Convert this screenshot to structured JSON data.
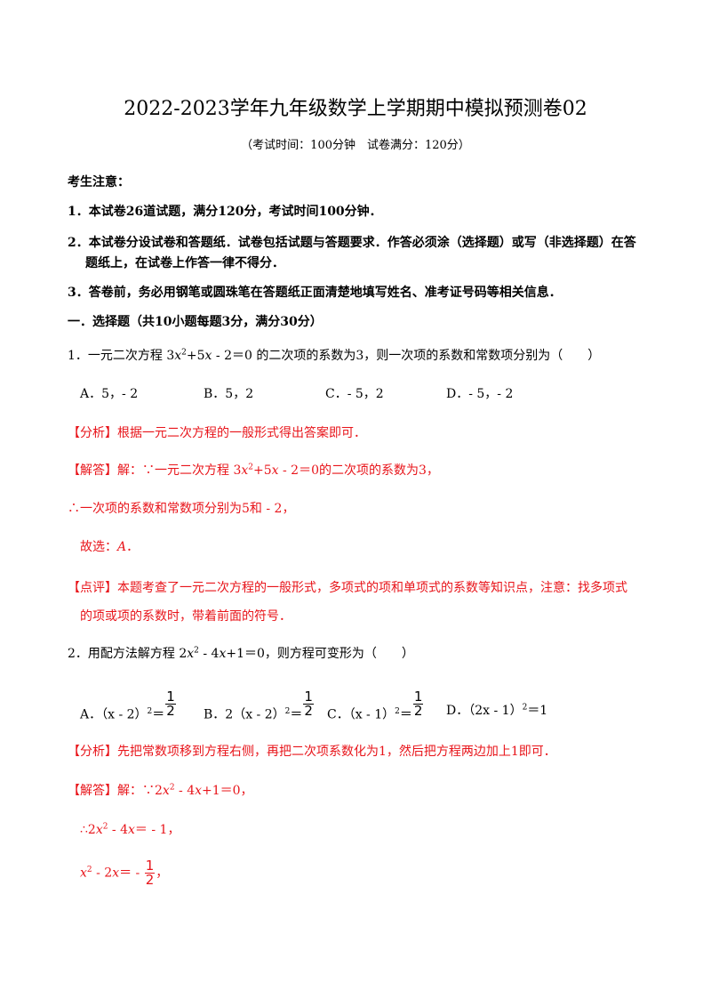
{
  "header": {
    "title": "2022-2023学年九年级数学上学期期中模拟预测卷02",
    "subtitle": "（考试时间：100分钟　试卷满分：120分）"
  },
  "notice": {
    "heading": "考生注意：",
    "items": [
      "1．本试卷26道试题，满分120分，考试时间100分钟．",
      "2．本试卷分设试卷和答题纸．试卷包括试题与答题要求．作答必须涂（选择题）或写（非选择题）在答",
      "题纸上，在试卷上作答一律不得分．",
      "3．答卷前，务必用钢笔或圆珠笔在答题纸正面清楚地填写姓名、准考证号码等相关信息．"
    ]
  },
  "section1": {
    "heading": "一．选择题（共10小题每题3分，满分30分）"
  },
  "q1": {
    "prefix": "1．一元二次方程 3",
    "x": "x",
    "exp": "2",
    "mid": "+5",
    "x2": "x",
    "suffix": " - 2＝0 的二次项的系数为3，则一次项的系数和常数项分别为（　　）",
    "options": [
      "A．5，- 2",
      "B．5，2",
      "C．- 5，2",
      "D．- 5，- 2"
    ],
    "analysis": "【分析】根据一元二次方程的一般形式得出答案即可．",
    "solution_prefix": "【解答】解：∵一元二次方程 3",
    "solution_x": "x",
    "solution_exp": "2",
    "solution_mid": "+5",
    "solution_x2": "x",
    "solution_suffix": " - 2＝0的二次项的系数为3，",
    "therefore": "∴一次项的系数和常数项分别为5和 - 2，",
    "choice_prefix": "故选：",
    "choice_letter": "A",
    "choice_suffix": "．",
    "comment_line1": "【点评】本题考查了一元二次方程的一般形式，多项式的项和单项式的系数等知识点，注意：找多项式",
    "comment_line2": "的项或项的系数时，带着前面的符号．"
  },
  "q2": {
    "prefix": "2．用配方法解方程 2",
    "x": "x",
    "exp": "2",
    "mid": " - 4",
    "x2": "x",
    "suffix": "+1＝0，则方程可变形为（　　）",
    "options": [
      {
        "label": "A．（x - 2）",
        "sup": "2",
        "eq": "＝",
        "num": "1",
        "den": "2"
      },
      {
        "label": "B．2（x - 2）",
        "sup": "2",
        "eq": "＝",
        "num": "1",
        "den": "2"
      },
      {
        "label": "C．（x - 1）",
        "sup": "2",
        "eq": "＝",
        "num": "1",
        "den": "2"
      },
      {
        "label": "D．（2x - 1）",
        "sup": "2",
        "eq": "＝1"
      }
    ],
    "analysis": "【分析】先把常数项移到方程右侧，再把二次项系数化为1，然后把方程两边加上1即可．",
    "solution_prefix": "【解答】解：∵2",
    "solution_x": "x",
    "solution_exp": "2",
    "solution_mid": " - 4",
    "solution_x2": "x",
    "solution_suffix": "+1＝0，",
    "step1_prefix": "∴2",
    "step1_x": "x",
    "step1_exp": "2",
    "step1_mid": " - 4",
    "step1_x2": "x",
    "step1_suffix": "＝ - 1，",
    "step2_x": "x",
    "step2_exp": "2",
    "step2_mid": " - 2",
    "step2_x2": "x",
    "step2_eq": "＝ - ",
    "step2_num": "1",
    "step2_den": "2",
    "step2_end": "，"
  }
}
